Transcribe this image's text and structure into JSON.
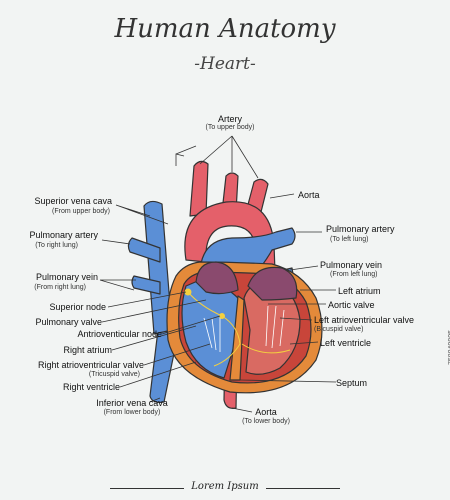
{
  "title": "Human Anatomy",
  "subtitle": "-Heart-",
  "footer": "Lorem Ipsum",
  "side_text": "758040805",
  "colors": {
    "artery_red": "#e4606a",
    "vein_blue": "#5b8fd6",
    "muscle_orange": "#e48a3a",
    "myocardium_red": "#c8453a",
    "chamber_purple": "#8a4a6e",
    "outline": "#333333"
  },
  "labels": {
    "artery": "Artery",
    "artery_sub": "(To upper body)",
    "aorta_top": "Aorta",
    "superior_vena_cava": "Superior vena cava",
    "superior_vena_cava_sub": "(From upper body)",
    "pulmonary_artery_left": "Pulmonary artery",
    "pulmonary_artery_left_sub": "(To right lung)",
    "pulmonary_artery_right": "Pulmonary artery",
    "pulmonary_artery_right_sub": "(To left lung)",
    "pulmonary_vein_left": "Pulmonary vein",
    "pulmonary_vein_left_sub": "(From right lung)",
    "pulmonary_vein_right": "Pulmonary vein",
    "pulmonary_vein_right_sub": "(From left lung)",
    "left_atrium": "Left atrium",
    "aortic_valve": "Aortic valve",
    "superior_node": "Superior node",
    "pulmonary_valve": "Pulmonary valve",
    "antrioventicular_node": "Antrioventicular node",
    "left_atrioventricular_valve": "Left atrioventricular valve",
    "left_atrioventricular_valve_sub": "(Bicuspid valve)",
    "left_ventricle": "Left ventricle",
    "right_atrium": "Right atrium",
    "right_atrioventricular_valve": "Right atrioventricular valve",
    "right_atrioventricular_valve_sub": "(Tricuspid valve)",
    "septum": "Septum",
    "right_ventricle": "Right ventricle",
    "inferior_vena_cava": "Inferior vena cava",
    "inferior_vena_cava_sub": "(From lower body)",
    "aorta_bottom": "Aorta",
    "aorta_bottom_sub": "(To lower body)"
  }
}
